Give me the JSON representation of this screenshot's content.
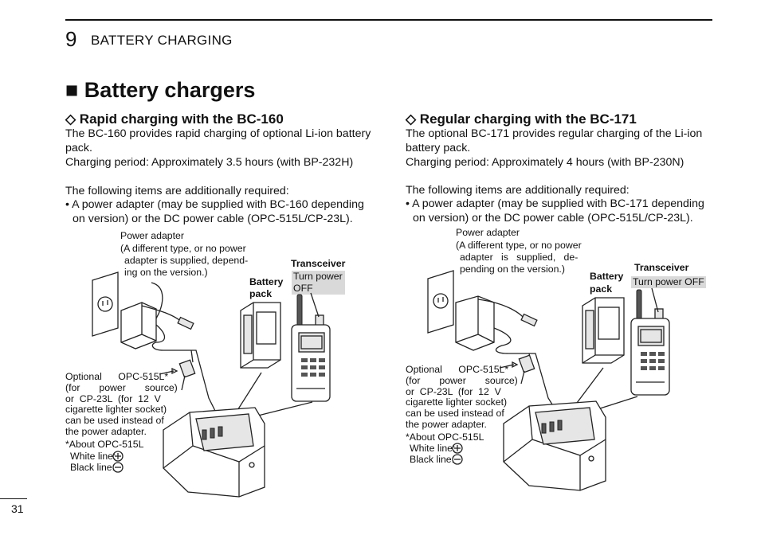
{
  "header": {
    "chapter_number": "9",
    "chapter_title": "BATTERY CHARGING"
  },
  "section_title": "■ Battery chargers",
  "left": {
    "title": "◇ Rapid charging with the BC-160",
    "para1_line1": "The BC-160 provides rapid charging of optional Li-ion battery",
    "para1_line2": "pack.",
    "para2": "Charging period: Approximately 3.5 hours (with BP-232H)",
    "para3": "The following items are additionally required:",
    "bullet_line1": "• A power adapter (may be supplied with BC-160 depending",
    "bullet_line2": "on version) or the DC power cable (OPC-515L/CP-23L).",
    "adapter_label": "Power adapter",
    "adapter_note1": "(A different type, or no power",
    "adapter_note2": "adapter is supplied, depend-",
    "adapter_note3": "ing on the version.)",
    "transceiver_label": "Transceiver",
    "turn_power1": "Turn power",
    "turn_power2": "OFF",
    "battery1": "Battery",
    "battery2": "pack",
    "opt1": "Optional      OPC-515L*",
    "opt2": "(for       power       source)",
    "opt3": "or  CP-23L  (for  12  V",
    "opt4": "cigarette lighter socket)",
    "opt5": "can be used instead of",
    "opt6": "the power adapter.",
    "about": "*About OPC-515L",
    "white": "White line:",
    "black": "Black line:"
  },
  "right": {
    "title": "◇ Regular charging with the BC-171",
    "para1_line1": "The optional BC-171 provides regular charging of the Li-ion",
    "para1_line2": "battery pack.",
    "para2": "Charging period: Approximately 4 hours (with BP-230N)",
    "para3": "The following items are additionally required:",
    "bullet_line1": "• A power adapter (may be supplied with BC-171 depending",
    "bullet_line2": "on version) or the DC power cable (OPC-515L/CP-23L).",
    "adapter_label": "Power adapter",
    "adapter_note1": "(A different type, or no power",
    "adapter_note2": "adapter   is   supplied,   de-",
    "adapter_note3": "pending on the version.)",
    "transceiver_label": "Transceiver",
    "turn_power": "Turn power OFF",
    "battery1": "Battery",
    "battery2": "pack",
    "opt1": "Optional      OPC-515L*",
    "opt2": "(for       power       source)",
    "opt3": "or  CP-23L  (for  12  V",
    "opt4": "cigarette lighter socket)",
    "opt5": "can be used instead of",
    "opt6": "the power adapter.",
    "about": "*About OPC-515L",
    "white": "White line:",
    "black": "Black line:"
  },
  "page_number": "31"
}
